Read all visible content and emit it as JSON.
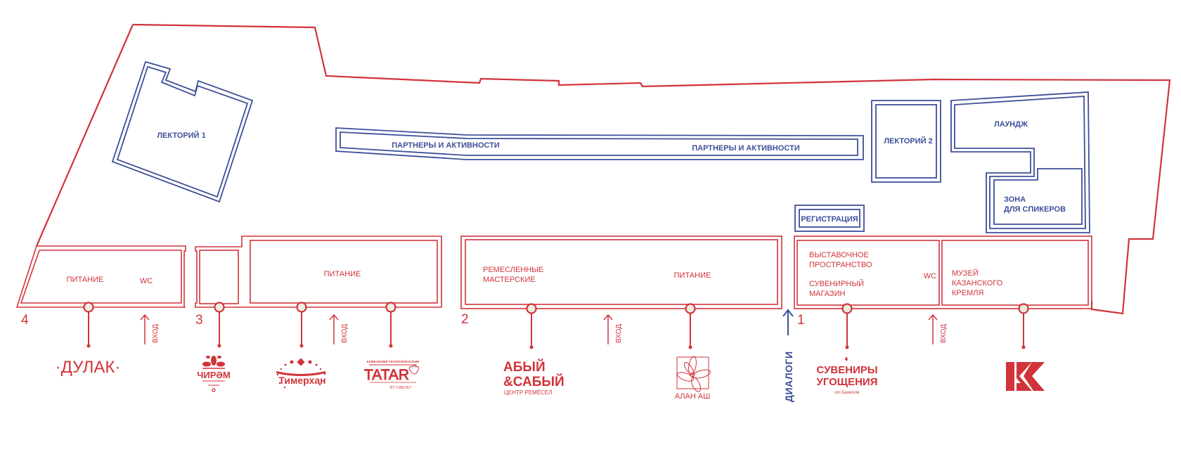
{
  "map": {
    "colors": {
      "venue_outline": "#d0343a",
      "zones": "#3f4f9a",
      "marker_fill": "#eeebe3"
    },
    "zones_blue": {
      "lectorium1": "ЛЕКТОРИЙ 1",
      "partners_left": "ПАРТНЕРЫ И АКТИВНОСТИ",
      "partners_right": "ПАРТНЕРЫ И АКТИВНОСТИ",
      "lectorium2": "ЛЕКТОРИЙ 2",
      "lounge": "ЛАУНДЖ",
      "speakers_line1": "ЗОНА",
      "speakers_line2": "ДЛЯ СПИКЕРОВ",
      "registration": "РЕГИСТРАЦИЯ"
    },
    "buildings": {
      "b4": {
        "number": "4",
        "labels": [
          "ПИТАНИЕ",
          "WC"
        ],
        "entrance": "ВХОД"
      },
      "b3": {
        "number": "3",
        "labels": [
          "ПИТАНИЕ"
        ],
        "entrance": "ВХОД"
      },
      "b2": {
        "number": "2",
        "labels": [
          "РЕМЕСЛЕННЫЕ",
          "МАСТЕРСКИЕ",
          "ПИТАНИЕ"
        ],
        "entrance": "ВХОД"
      },
      "b1": {
        "number": "1",
        "labels": [
          "ВЫСТАВОЧНОЕ",
          "ПРОСТРАНСТВО",
          "СУВЕНИРНЫЙ",
          "МАГАЗИН",
          "WC",
          "МУЗЕЙ",
          "КАЗАНСКОГО",
          "КРЕМЛЯ"
        ],
        "entrance": "ВХОД"
      }
    },
    "dialogi_label": "ДИАЛОГИ",
    "logos": {
      "dulak": "·ДУЛАК·",
      "chiram": "ЧИРӘМ",
      "timerhan": "Тимерхан",
      "tatar_top": "КАФЕ-МУЗЕЙ ТАТАРСКОЙ КУХНИ",
      "tatar_main": "TATAR",
      "tatar_sub": "BY TUBETEY",
      "abyi_line1": "АБЫЙ",
      "abyi_line2": "&САБЫЙ",
      "abyi_sub": "ЦЕНТР РЕМЁСЕЛ",
      "alan_ash": "АЛАН АШ",
      "suvenir_line1": "СУВЕНИРЫ",
      "suvenir_line2": "УГОЩЕНИЯ",
      "suvenir_sub": "от Бахетле",
      "kremlin": "K"
    }
  }
}
